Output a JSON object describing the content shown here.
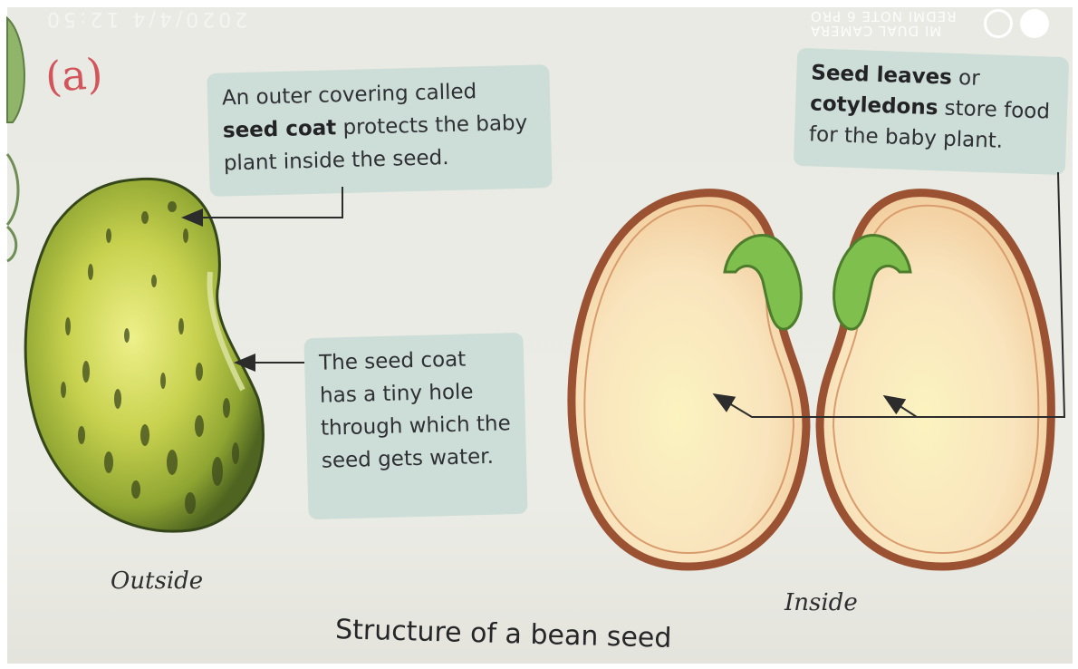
{
  "watermark": {
    "top_text": "2020/4/4 12:50",
    "device_line1": "MI DUAL CAMERA",
    "device_line2": "REDMI NOTE 6 PRO"
  },
  "handwritten_label": "(a)",
  "callouts": {
    "seed_coat": {
      "part1": "An outer covering called",
      "bold": "seed coat",
      "part2": "protects the baby plant inside the seed."
    },
    "tiny_hole": {
      "text": "The seed coat has a tiny hole through which the seed gets water."
    },
    "cotyledons": {
      "bold1": "Seed leaves",
      "part1": "or",
      "bold2": "cotyledons",
      "part2": "store food for the baby plant."
    }
  },
  "captions": {
    "outside": "Outside",
    "inside": "Inside"
  },
  "figure_title": "Structure of a bean seed",
  "colors": {
    "callout_bg": "#cdddd7",
    "seed_coat_green": "#9fbf3a",
    "cotyledon_fill": "#f8dcb2",
    "cotyledon_edge": "#a75b3a",
    "embryo_green": "#7fbf4d"
  }
}
